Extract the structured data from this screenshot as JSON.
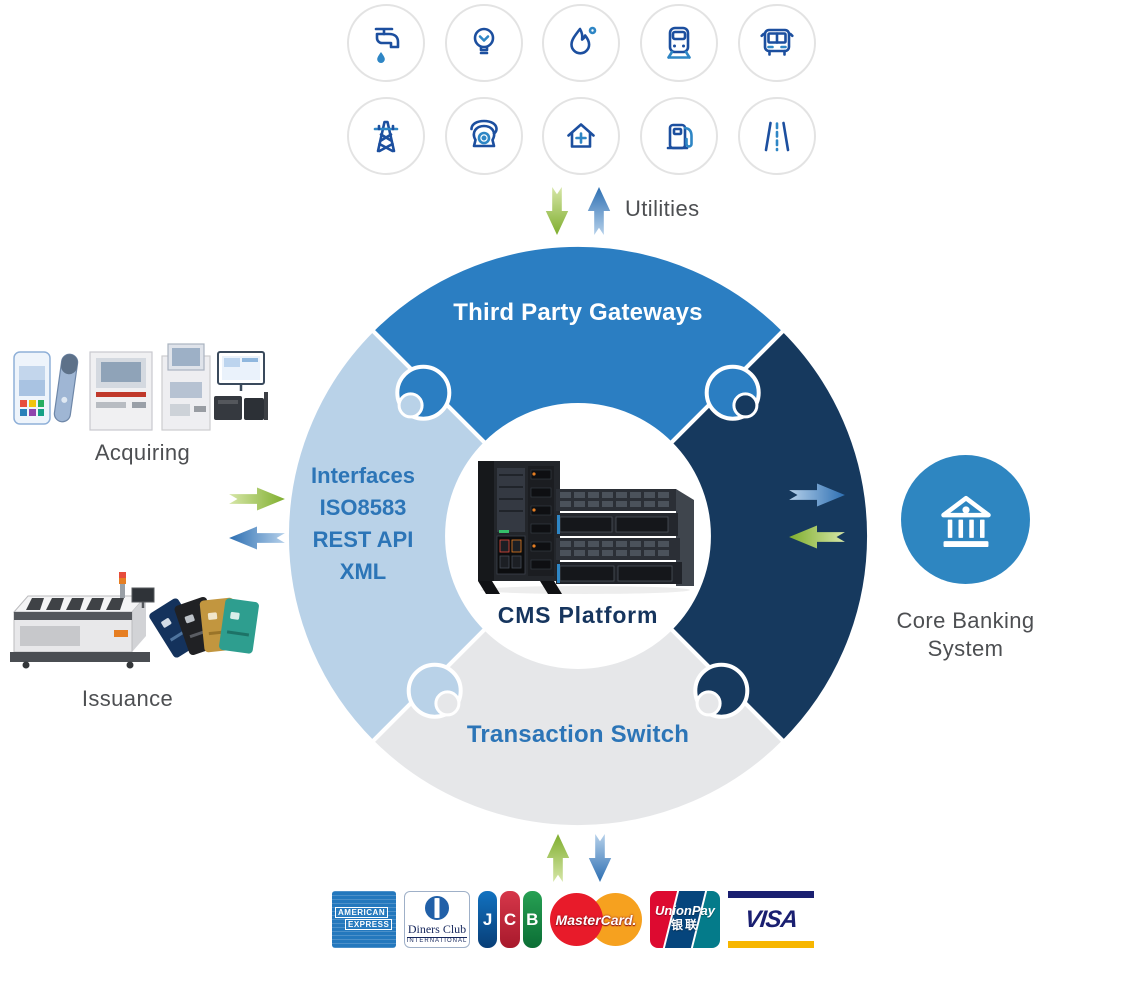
{
  "utilities": {
    "label": "Utilities",
    "icons_row1": [
      "water-tap",
      "light-bulb",
      "gas-flame",
      "train",
      "bus"
    ],
    "icons_row2": [
      "power-pylon",
      "telephone",
      "home-healthcare",
      "fuel-pump",
      "road"
    ]
  },
  "ring": {
    "top": {
      "label": "Third Party Gateways"
    },
    "left": {
      "lines": [
        "Interfaces",
        "ISO8583",
        "REST API",
        "XML"
      ]
    },
    "bottom": {
      "label": "Transaction Switch"
    }
  },
  "center": {
    "label": "CMS Platform"
  },
  "left_column": {
    "acquiring_label": "Acquiring",
    "issuance_label": "Issuance"
  },
  "core_banking": {
    "line1": "Core Banking",
    "line2": "System"
  },
  "arrows": {
    "utilities": [
      "green-down-arrow",
      "blue-up-arrow"
    ],
    "acquiring_issuance": [
      "green-right-arrow",
      "blue-left-arrow"
    ],
    "core_banking": [
      "blue-right-arrow",
      "green-left-arrow"
    ],
    "card_schemes": [
      "green-up-arrow",
      "blue-down-arrow"
    ]
  },
  "payment_brands": {
    "amex": {
      "line1": "AMERICAN",
      "line2": "EXPRESS"
    },
    "diners": {
      "name": "Diners Club",
      "subtitle": "INTERNATIONAL"
    },
    "jcb": {
      "letters": [
        "J",
        "C",
        "B"
      ]
    },
    "mastercard": {
      "label": "MasterCard."
    },
    "unionpay": {
      "latin": "UnionPay",
      "chinese": "银联"
    },
    "visa": {
      "label": "VISA"
    }
  },
  "colors": {
    "segment_top": "#2b7ec2",
    "segment_right": "#16395e",
    "segment_left": "#b9d2e8",
    "segment_bottom": "#e6e7e9",
    "segment_text_blue": "#2c75b7",
    "cms_text": "#16355e",
    "label_gray": "#4d4f52",
    "core_circle": "#2e86c1",
    "icon_dark": "#1c4f9f",
    "icon_accent": "#2e86c5",
    "circle_border": "#e3e3e3"
  }
}
